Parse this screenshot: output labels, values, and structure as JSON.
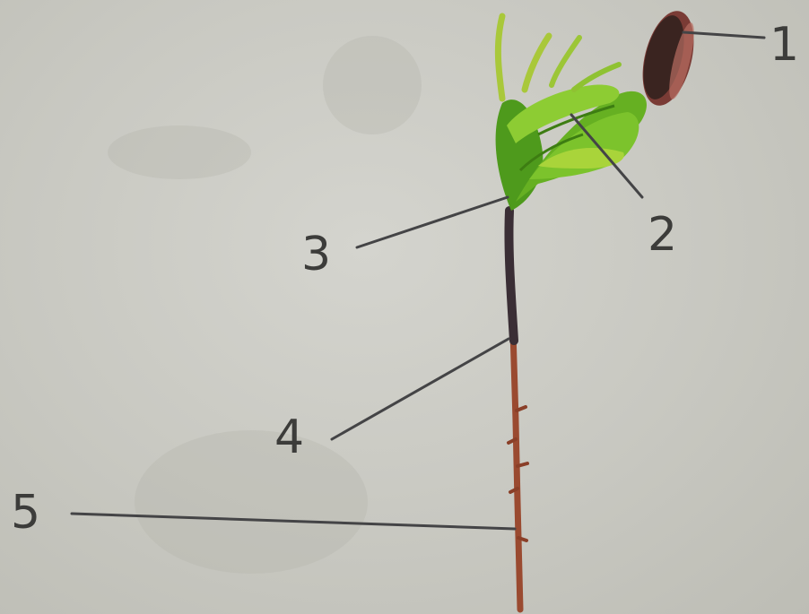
{
  "labels": {
    "l1": "1",
    "l2": "2",
    "l3": "3",
    "l4": "4",
    "l5": "5"
  },
  "colors": {
    "leaf_dark": "#4e9a1c",
    "leaf_light": "#a9d43a",
    "seed_coat": "#3a2420",
    "seed_rim": "#7a3b35",
    "stem_upper": "#3a2e35",
    "root": "#9a4a30",
    "leader": "#444446"
  }
}
